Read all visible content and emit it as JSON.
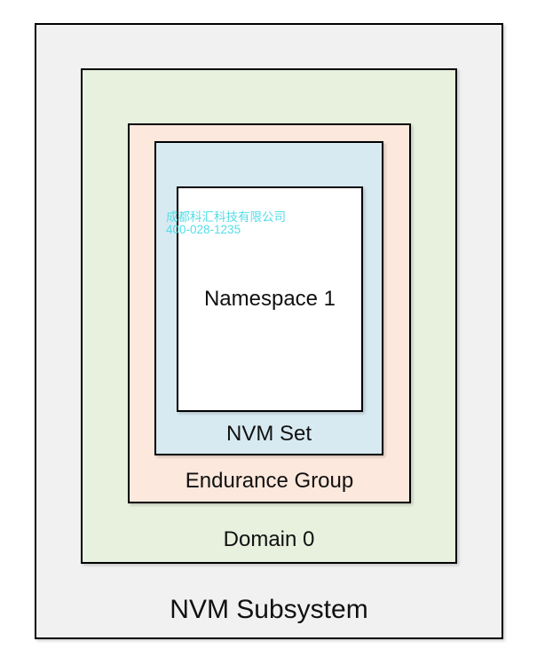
{
  "diagram": {
    "border_color": "#000000",
    "boxes": {
      "nvm_subsystem": {
        "label": "NVM Subsystem",
        "fill": "#F1F1F1"
      },
      "domain": {
        "label": "Domain 0",
        "fill": "#E8F0DE"
      },
      "endurance_group": {
        "label": "Endurance Group",
        "fill": "#FCE8DC"
      },
      "nvm_set": {
        "label": "NVM Set",
        "fill": "#D8EAF1"
      },
      "namespace": {
        "label": "Namespace 1",
        "fill": "#FFFFFF"
      }
    }
  },
  "watermark": {
    "line1": "成都科汇科技有限公司",
    "line2": "400-028-1235",
    "color": "#54DDE8"
  }
}
